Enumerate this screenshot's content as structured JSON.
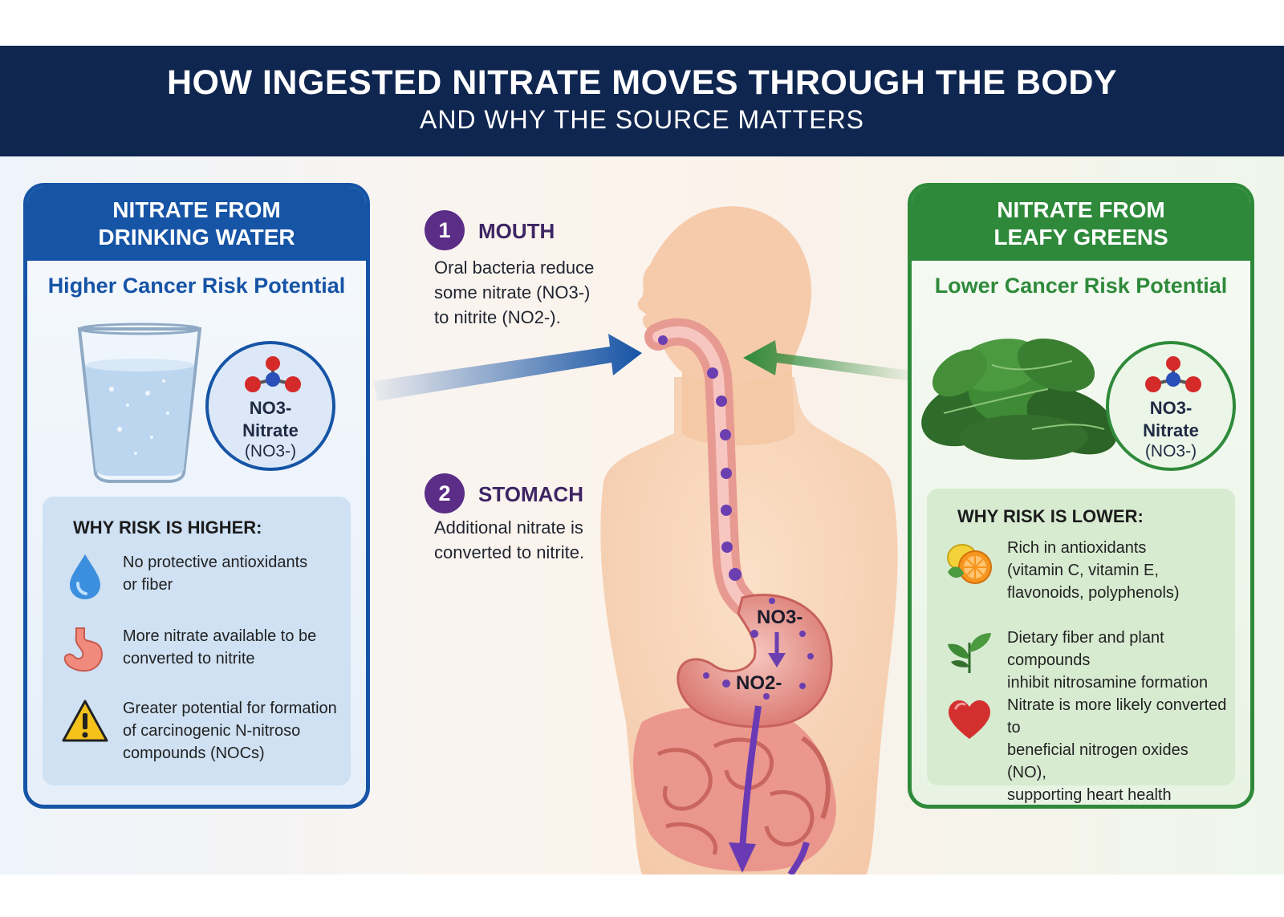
{
  "header": {
    "title": "HOW INGESTED NITRATE MOVES THROUGH THE BODY",
    "subtitle": "AND WHY THE SOURCE MATTERS"
  },
  "left_panel": {
    "heading_line1": "NITRATE FROM",
    "heading_line2": "DRINKING WATER",
    "risk_label": "Higher Cancer Risk Potential",
    "molecule": {
      "formula": "NO3-",
      "name": "Nitrate",
      "paren": "(NO3-)"
    },
    "why_title": "WHY RISK IS HIGHER:",
    "items": [
      {
        "icon": "water-drop-icon",
        "line1": "No protective antioxidants",
        "line2": "or fiber",
        "line3": ""
      },
      {
        "icon": "stomach-icon",
        "line1": "More nitrate available to be",
        "line2": "converted to nitrite",
        "line3": ""
      },
      {
        "icon": "warning-icon",
        "line1": "Greater potential for formation",
        "line2": "of carcinogenic N-nitroso",
        "line3": "compounds (NOCs)"
      }
    ]
  },
  "right_panel": {
    "heading_line1": "NITRATE FROM",
    "heading_line2": "LEAFY GREENS",
    "risk_label": "Lower Cancer Risk Potential",
    "molecule": {
      "formula": "NO3-",
      "name": "Nitrate",
      "paren": "(NO3-)"
    },
    "why_title": "WHY RISK IS LOWER:",
    "items": [
      {
        "icon": "citrus-fruit-icon",
        "line1": "Rich in antioxidants",
        "line2": "(vitamin C, vitamin E,",
        "line3": "flavonoids, polyphenols)"
      },
      {
        "icon": "leaf-plant-icon",
        "line1": "Dietary fiber and plant compounds",
        "line2": "inhibit nitrosamine formation",
        "line3": ""
      },
      {
        "icon": "heart-icon",
        "line1": "Nitrate is more likely converted to",
        "line2": "beneficial nitrogen oxides (NO),",
        "line3": "supporting heart health"
      }
    ]
  },
  "steps": [
    {
      "number": "1",
      "title": "MOUTH",
      "line1": "Oral bacteria reduce",
      "line2": "some nitrate (NO3-)",
      "line3": "to nitrite (NO2-)."
    },
    {
      "number": "2",
      "title": "STOMACH",
      "line1": "Additional nitrate is",
      "line2": "converted to nitrite.",
      "line3": ""
    }
  ],
  "stomach_labels": {
    "nitrate": "NO3-",
    "nitrite": "NO2-"
  },
  "colors": {
    "header_bg": "#0f2650",
    "water_blue": "#1654a6",
    "greens_green": "#2e8a3a",
    "step_purple": "#5b2d86",
    "body_skin": "#f7cfae",
    "gut_pink": "#e79a92"
  }
}
